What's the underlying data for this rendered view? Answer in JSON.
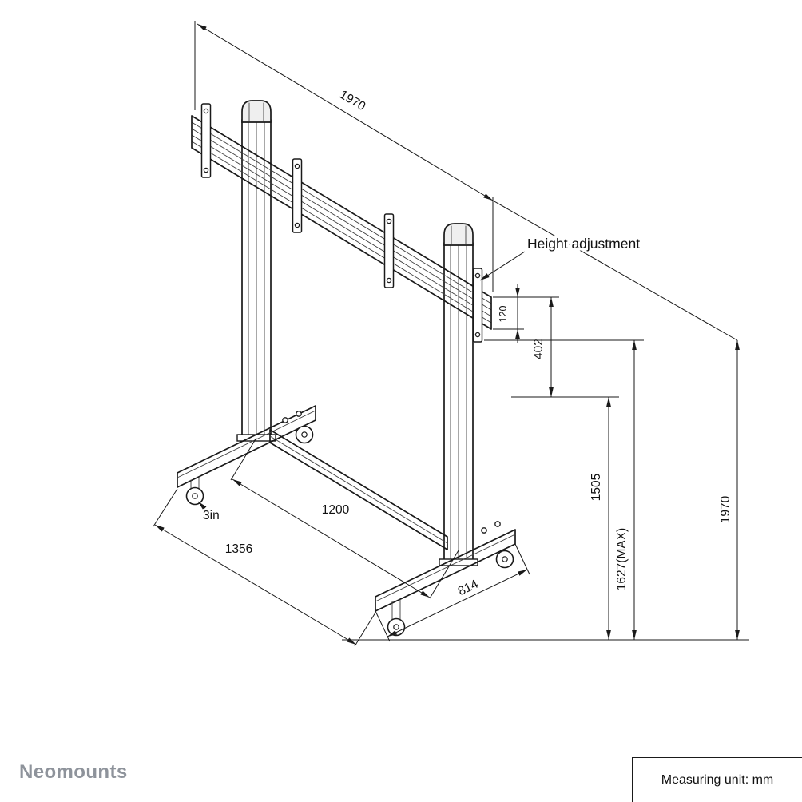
{
  "dimensions": {
    "rail_width": "1970",
    "total_height": "1970",
    "rail_profile_height": "120",
    "bracket_offset": "402",
    "column_height": "1505",
    "max_height": "1627(MAX)",
    "pole_spacing": "1200",
    "base_width": "1356",
    "foot_depth": "814",
    "caster_size": "3in"
  },
  "annotations": {
    "height_adjustment": "Height adjustment"
  },
  "footer": {
    "brand": "Neomounts",
    "measuring_unit": "Measuring unit: mm"
  },
  "colors": {
    "line": "#1a1a1a",
    "brand_gray": "#8e939b",
    "background": "#ffffff"
  }
}
